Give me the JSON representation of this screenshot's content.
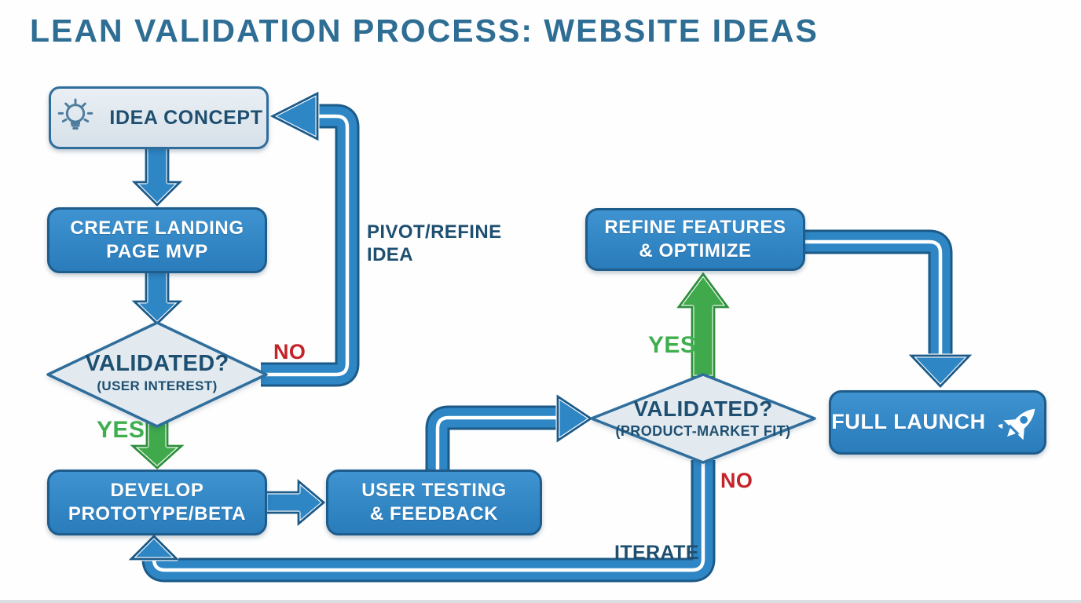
{
  "title": "LEAN VALIDATION PROCESS: WEBSITE IDEAS",
  "nodes": {
    "idea_concept": {
      "label": "IDEA CONCEPT",
      "icon": "lightbulb-icon"
    },
    "create_landing": {
      "lines": [
        "CREATE LANDING",
        "PAGE MVP"
      ]
    },
    "validated_user": {
      "question": "VALIDATED?",
      "criterion": "(USER INTEREST)"
    },
    "develop_prototype": {
      "lines": [
        "DEVELOP",
        "PROTOTYPE/BETA"
      ]
    },
    "user_testing": {
      "lines": [
        "USER TESTING",
        "& FEEDBACK"
      ]
    },
    "validated_pmf": {
      "question": "VALIDATED?",
      "criterion": "(PRODUCT-MARKET FIT)"
    },
    "refine_features": {
      "lines": [
        "REFINE FEATURES",
        "& OPTIMIZE"
      ]
    },
    "full_launch": {
      "label": "FULL LAUNCH",
      "icon": "rocket-icon"
    }
  },
  "edge_labels": {
    "no_user_interest": "NO",
    "yes_user_interest": "YES",
    "pivot": {
      "lines": [
        "PIVOT/REFINE",
        "IDEA"
      ]
    },
    "yes_pmf": "YES",
    "no_pmf": "NO",
    "iterate": "ITERATE"
  },
  "colors": {
    "title": "#2E6D94",
    "node_blue": "#2E86C5",
    "node_border": "#1C5A88",
    "light_node_fill": "#E0E8EF",
    "diamond_fill": "#E2EAF0",
    "dark_text": "#1E4F70",
    "yes_green": "#3FA94C",
    "no_red": "#C42329",
    "background": "#FFFFFF"
  }
}
